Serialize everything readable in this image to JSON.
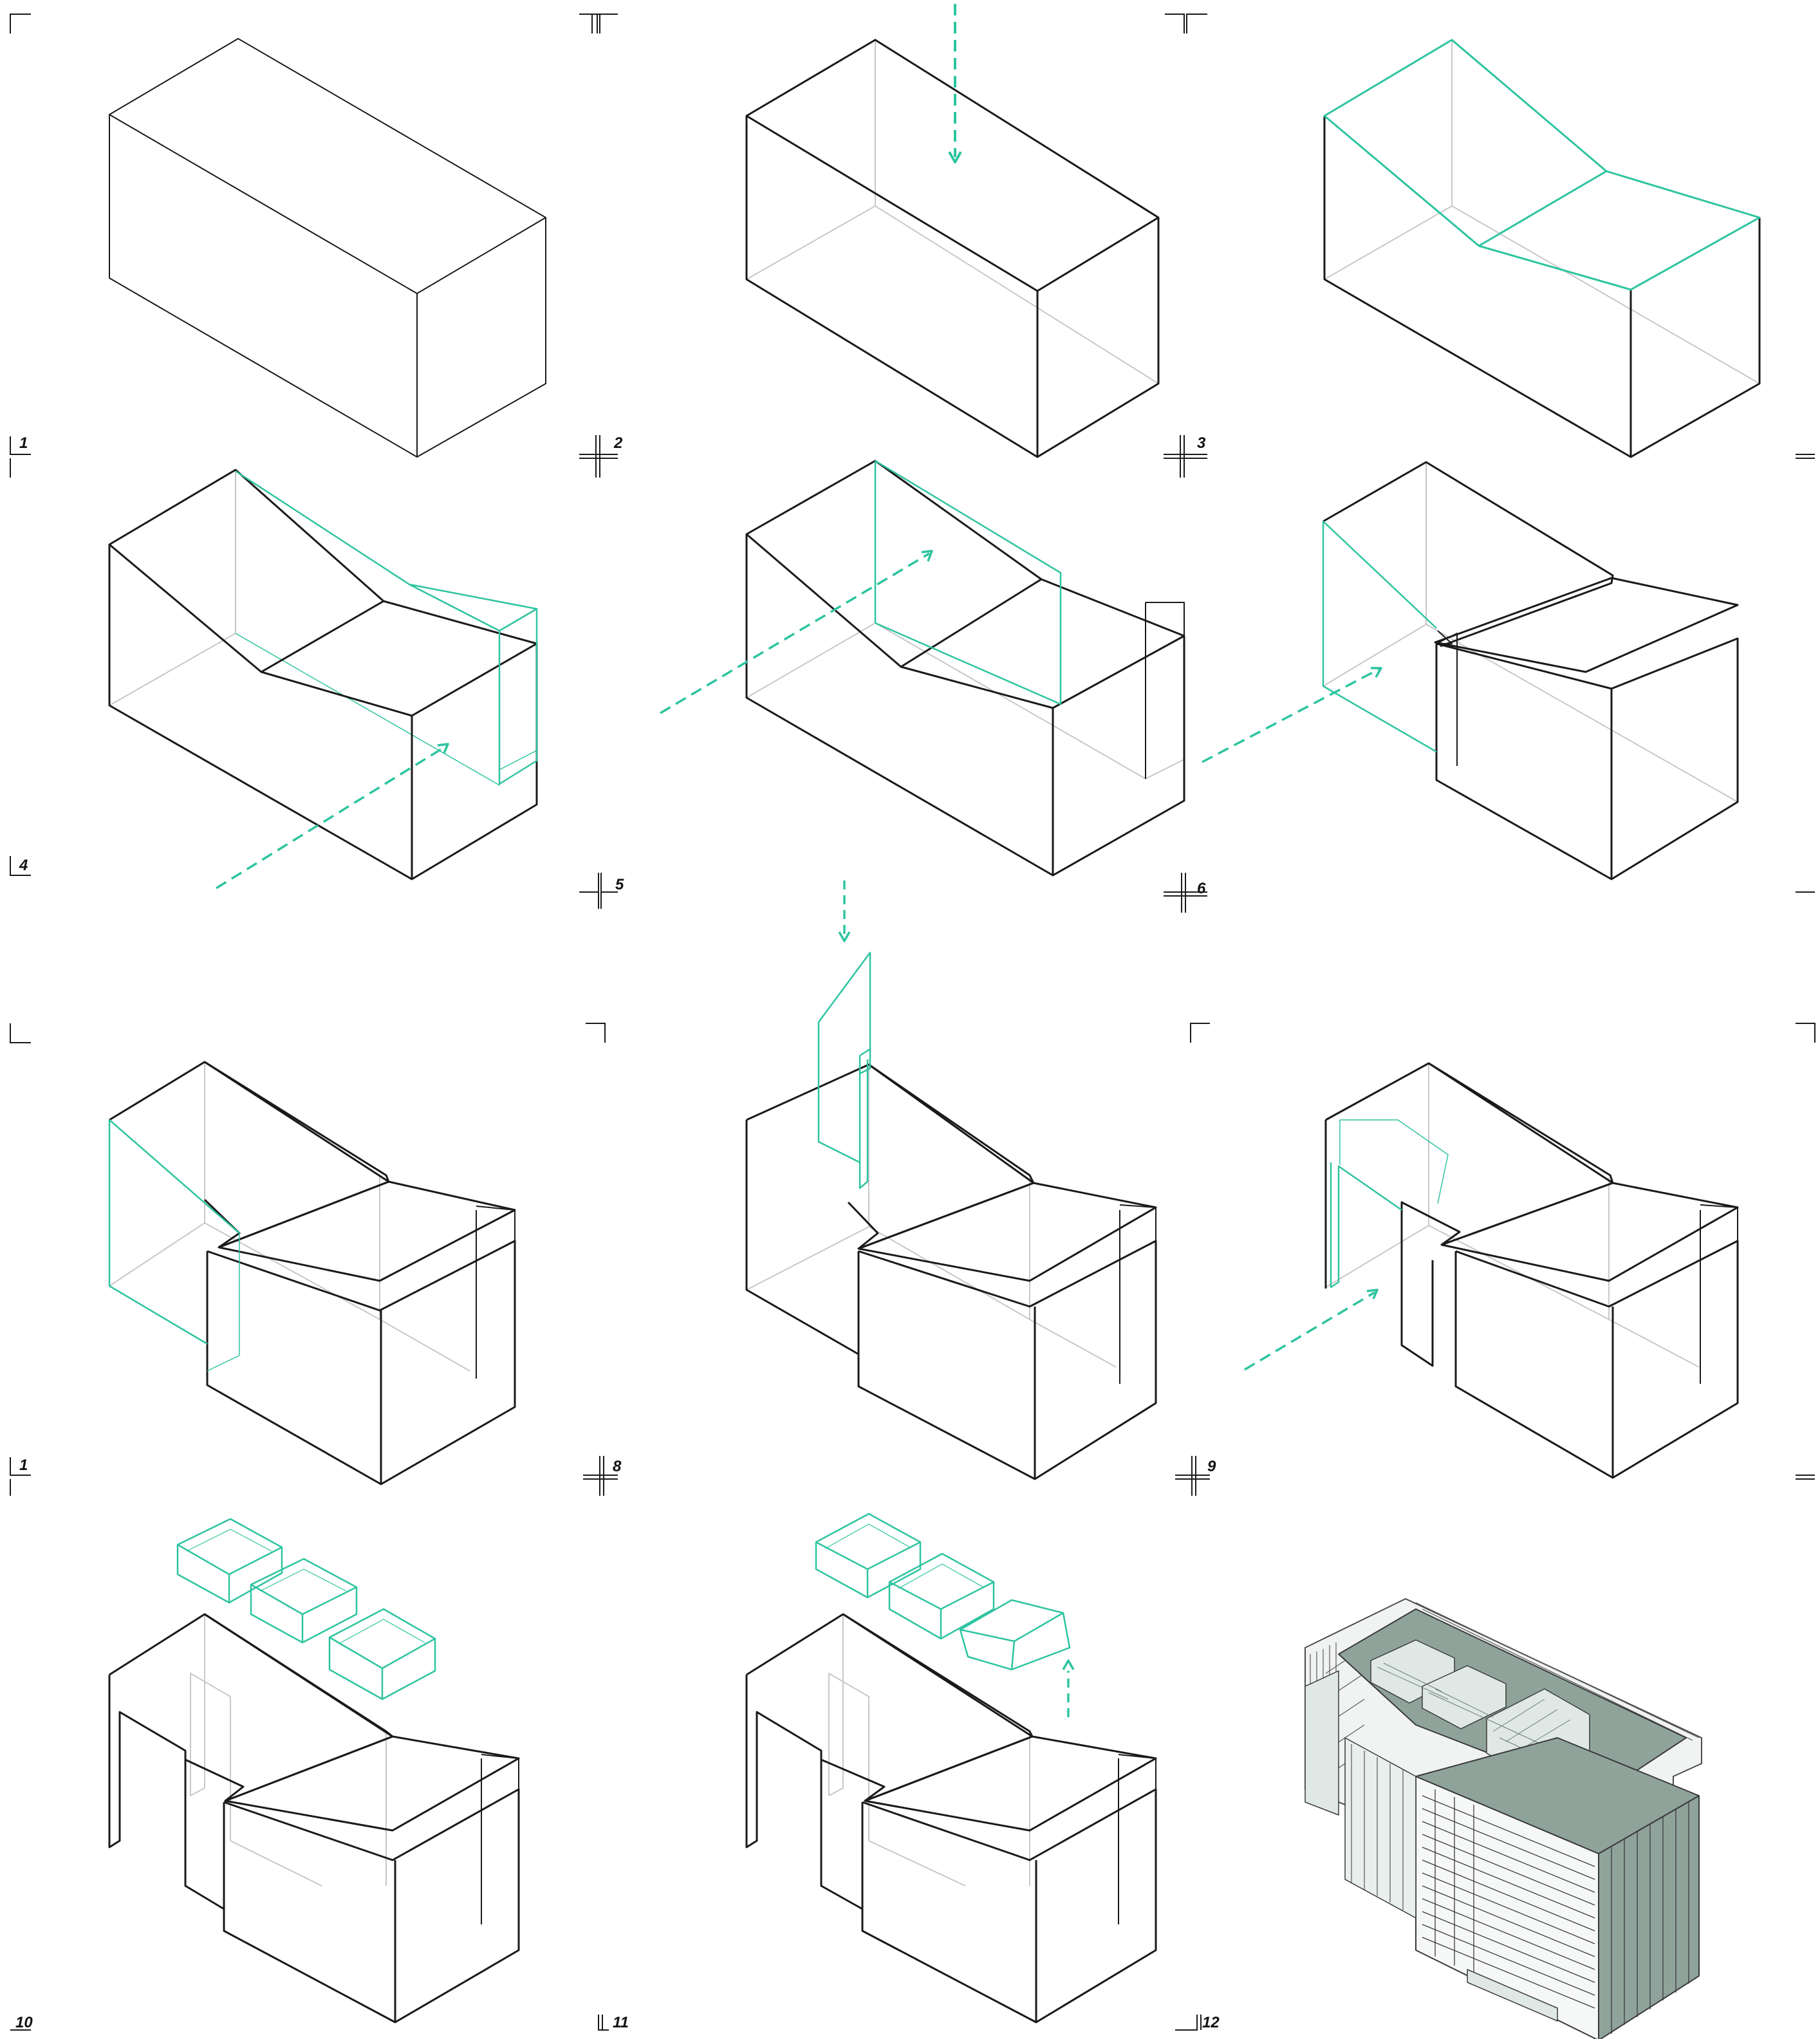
{
  "colors": {
    "ink": "#1a1a1a",
    "hidden": "#c8c8c8",
    "accent": "#2ec4a0",
    "render_fill": "#8fa39b",
    "render_light": "#dfe8e4"
  },
  "panels": [
    {
      "number": "1"
    },
    {
      "number": "2"
    },
    {
      "number": "3"
    },
    {
      "number": "4"
    },
    {
      "number": "5"
    },
    {
      "number": "6"
    },
    {
      "number": "1"
    },
    {
      "number": "8"
    },
    {
      "number": "9"
    },
    {
      "number": "10"
    },
    {
      "number": "11"
    },
    {
      "number": "12"
    }
  ]
}
